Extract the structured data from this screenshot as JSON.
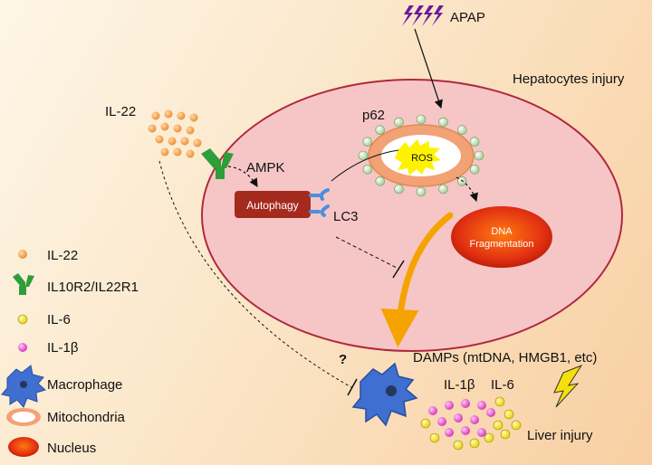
{
  "labels": {
    "apap": "APAP",
    "hepatocyte": "Hepatocytes injury",
    "il22_top": "IL-22",
    "p62": "p62",
    "ros": "ROS",
    "ampk": "AMPK",
    "autophagy": "Autophagy",
    "lc3": "LC3",
    "dna_line1": "DNA",
    "dna_line2": "Fragmentation",
    "question": "?",
    "damps": "DAMPs (mtDNA, HMGB1, etc)",
    "il1b": "IL-1β",
    "il6": "IL-6",
    "liver_injury": "Liver injury"
  },
  "legend": [
    {
      "name": "legend-il22",
      "label": "IL-22",
      "icon": "orange-dot-icon"
    },
    {
      "name": "legend-receptor",
      "label": "IL10R2/IL22R1",
      "icon": "receptor-icon"
    },
    {
      "name": "legend-il6",
      "label": "IL-6",
      "icon": "yellow-dot-icon"
    },
    {
      "name": "legend-il1b",
      "label": "IL-1β",
      "icon": "magenta-dot-icon"
    },
    {
      "name": "legend-macrophage",
      "label": "Macrophage",
      "icon": "macrophage-icon"
    },
    {
      "name": "legend-mitochondria",
      "label": "Mitochondria",
      "icon": "mitochondria-icon"
    },
    {
      "name": "legend-nucleus",
      "label": "Nucleus",
      "icon": "nucleus-icon"
    }
  ],
  "colors": {
    "cell_fill": "#f6c6c6",
    "cell_stroke": "#b0283e",
    "autophagy_box": "#a52a1e",
    "arrow_orange": "#f5a300",
    "il22_dot": "#f6a04f",
    "il6_dot": "#f5e626",
    "il1b_dot": "#e84fd0",
    "receptor": "#2e9e3a",
    "macrophage": "#3f6fd0",
    "lightning": "#f5e00a",
    "apap": "#6b1a9e"
  }
}
